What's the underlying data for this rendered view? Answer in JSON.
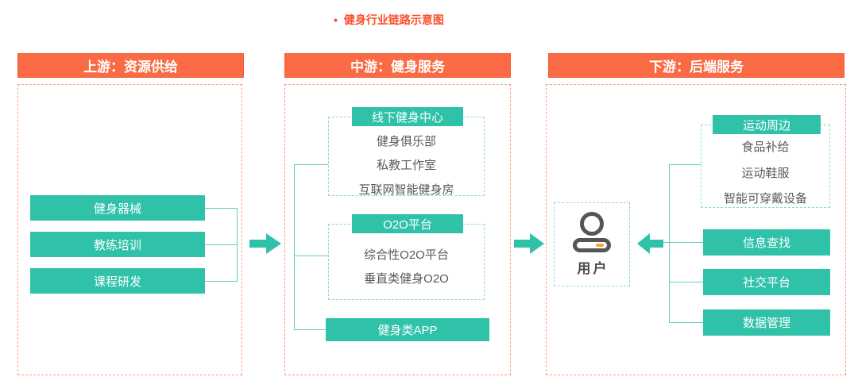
{
  "title": {
    "bullet": "•",
    "text": "健身行业链路示意图"
  },
  "colors": {
    "orange": "#fa6a44",
    "orange_border": "#f15c32",
    "salmon": "#ff9c7d",
    "teal": "#2fc2a9",
    "teal_dash": "#8edccb",
    "teal_line": "#5fd0ba",
    "text_gray": "#595959",
    "title_red": "#fb4f2a",
    "icon_gray": "#555555",
    "icon_accent": "#ffa02e"
  },
  "panels": {
    "upstream": {
      "header": "上游：资源供给",
      "items": [
        "健身器械",
        "教练培训",
        "课程研发"
      ]
    },
    "midstream": {
      "header": "中游：健身服务",
      "groups": [
        {
          "header": "线下健身中心",
          "items": [
            "健身俱乐部",
            "私教工作室",
            "互联网智能健身房"
          ]
        },
        {
          "header": "O2O平台",
          "items": [
            "综合性O2O平台",
            "垂直类健身O2O"
          ]
        }
      ],
      "app_box": "健身类APP"
    },
    "downstream": {
      "header": "下游：后端服务",
      "user_label": "用户",
      "group": {
        "header": "运动周边",
        "items": [
          "食品补给",
          "运动鞋服",
          "智能可穿戴设备"
        ]
      },
      "boxes": [
        "信息查找",
        "社交平台",
        "数据管理"
      ]
    }
  }
}
